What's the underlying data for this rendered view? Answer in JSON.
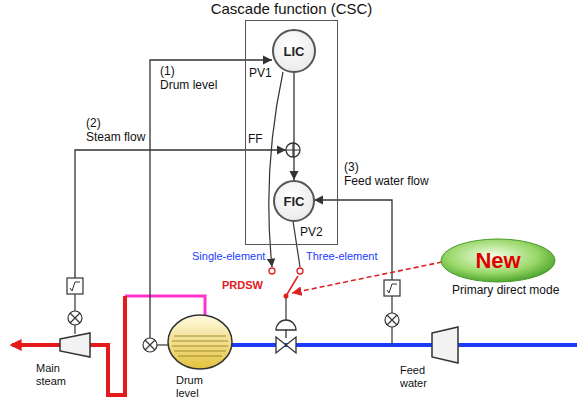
{
  "diagram": {
    "nodes": [
      {
        "text": [
          "Cascade function (CSC)"
        ]
      },
      {
        "text": [
          "LIC"
        ],
        "in": 0
      },
      {
        "text": [
          "FIC"
        ],
        "in": 0
      },
      {
        "text": [
          "New"
        ]
      }
    ],
    "edges": [
      {
        "from": 1,
        "to": 2,
        "arrow": "to"
      }
    ],
    "labels": [
      "(1)",
      "Drum level",
      "PV1",
      "(2)",
      "Steam flow",
      "FF",
      "(3)",
      "Feed water flow",
      "PV2",
      "Single-element",
      "Three-element",
      "PRDSW",
      "Primary direct mode",
      "Main steam",
      "Drum level",
      "Feed water"
    ]
  }
}
